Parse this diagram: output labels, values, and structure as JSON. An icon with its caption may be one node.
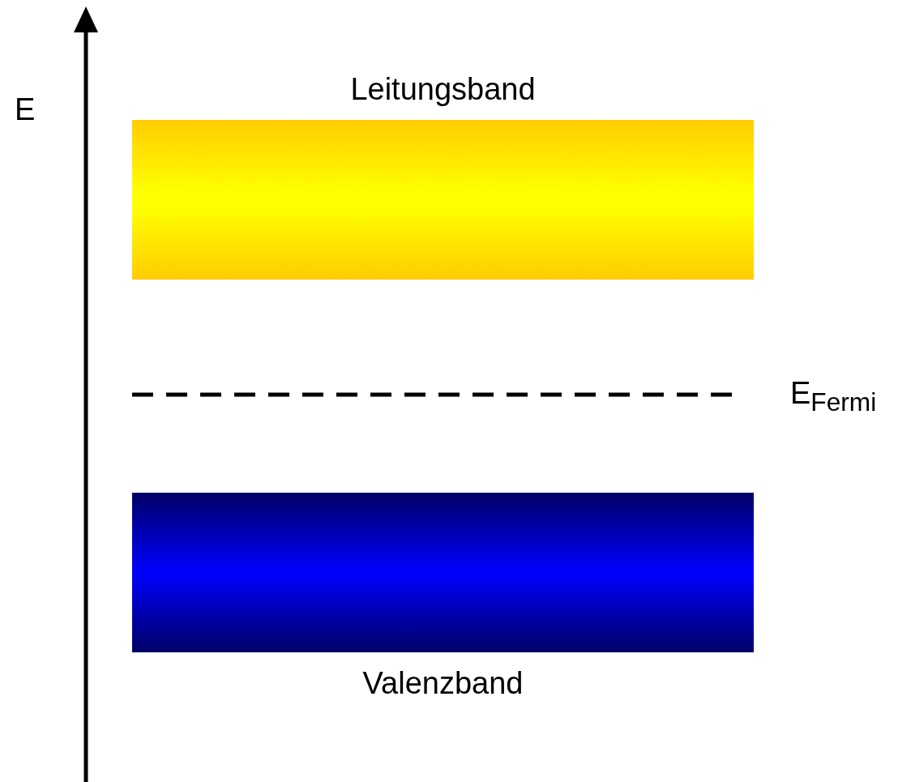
{
  "diagram": {
    "nodes": [
      {
        "text": [
          "Leitungsband"
        ]
      },
      {
        "text": [
          "Valenzband"
        ]
      }
    ],
    "labels": [
      "E",
      "E$_{Fermi}$"
    ]
  }
}
